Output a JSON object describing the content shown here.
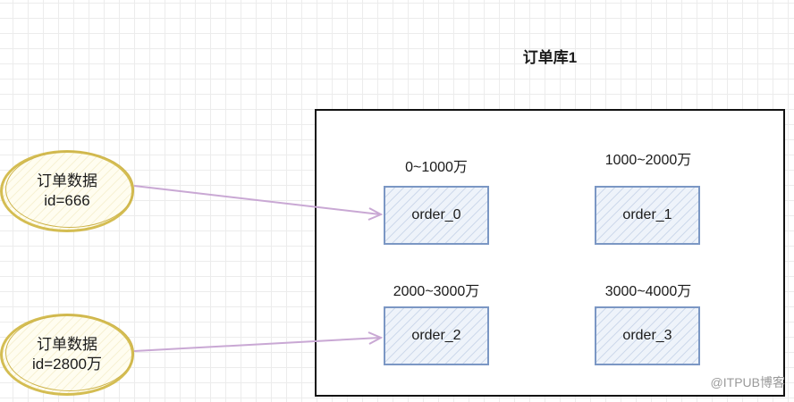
{
  "database": {
    "title": "订单库1"
  },
  "tables": [
    {
      "range": "0~1000万",
      "name": "order_0"
    },
    {
      "range": "1000~2000万",
      "name": "order_1"
    },
    {
      "range": "2000~3000万",
      "name": "order_2"
    },
    {
      "range": "3000~4000万",
      "name": "order_3"
    }
  ],
  "records": [
    {
      "line1": "订单数据",
      "line2": "id=666",
      "target": "order_0"
    },
    {
      "line1": "订单数据",
      "line2": "id=2800万",
      "target": "order_2"
    }
  ],
  "colors": {
    "arrow": "#c9a8d4",
    "table_border": "#7b97c4",
    "record_border": "#d4bd52"
  },
  "watermark": "@ITPUB博客"
}
